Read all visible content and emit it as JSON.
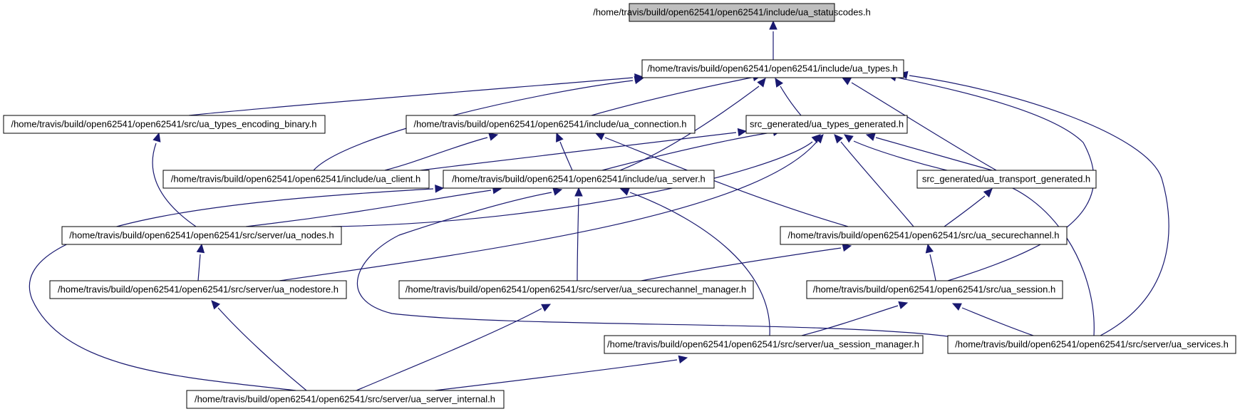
{
  "colors": {
    "edge": "#191970",
    "root_fill": "#bfbfbf",
    "node_fill": "#ffffff",
    "node_border": "#000000"
  },
  "nodes": [
    {
      "id": "statuscodes",
      "label": "/home/travis/build/open62541/open62541/include/ua_statuscodes.h",
      "root": true
    },
    {
      "id": "types",
      "label": "/home/travis/build/open62541/open62541/include/ua_types.h"
    },
    {
      "id": "encoding_binary",
      "label": "/home/travis/build/open62541/open62541/src/ua_types_encoding_binary.h"
    },
    {
      "id": "connection",
      "label": "/home/travis/build/open62541/open62541/include/ua_connection.h"
    },
    {
      "id": "types_generated",
      "label": "src_generated/ua_types_generated.h"
    },
    {
      "id": "client",
      "label": "/home/travis/build/open62541/open62541/include/ua_client.h"
    },
    {
      "id": "server",
      "label": "/home/travis/build/open62541/open62541/include/ua_server.h"
    },
    {
      "id": "transport_generated",
      "label": "src_generated/ua_transport_generated.h"
    },
    {
      "id": "nodes",
      "label": "/home/travis/build/open62541/open62541/src/server/ua_nodes.h"
    },
    {
      "id": "securechannel",
      "label": "/home/travis/build/open62541/open62541/src/ua_securechannel.h"
    },
    {
      "id": "nodestore",
      "label": "/home/travis/build/open62541/open62541/src/server/ua_nodestore.h"
    },
    {
      "id": "securechannel_manager",
      "label": "/home/travis/build/open62541/open62541/src/server/ua_securechannel_manager.h"
    },
    {
      "id": "session",
      "label": "/home/travis/build/open62541/open62541/src/ua_session.h"
    },
    {
      "id": "session_manager",
      "label": "/home/travis/build/open62541/open62541/src/server/ua_session_manager.h"
    },
    {
      "id": "services",
      "label": "/home/travis/build/open62541/open62541/src/server/ua_services.h"
    },
    {
      "id": "server_internal",
      "label": "/home/travis/build/open62541/open62541/src/server/ua_server_internal.h"
    }
  ],
  "edges": [
    {
      "from": "types",
      "to": "statuscodes"
    },
    {
      "from": "encoding_binary",
      "to": "types"
    },
    {
      "from": "connection",
      "to": "types"
    },
    {
      "from": "types_generated",
      "to": "types"
    },
    {
      "from": "client",
      "to": "types"
    },
    {
      "from": "server",
      "to": "types"
    },
    {
      "from": "transport_generated",
      "to": "types"
    },
    {
      "from": "session",
      "to": "types"
    },
    {
      "from": "services",
      "to": "types"
    },
    {
      "from": "client",
      "to": "connection"
    },
    {
      "from": "server",
      "to": "connection"
    },
    {
      "from": "securechannel",
      "to": "connection"
    },
    {
      "from": "client",
      "to": "types_generated"
    },
    {
      "from": "server",
      "to": "types_generated"
    },
    {
      "from": "transport_generated",
      "to": "types_generated"
    },
    {
      "from": "nodes",
      "to": "types_generated"
    },
    {
      "from": "nodestore",
      "to": "types_generated"
    },
    {
      "from": "securechannel",
      "to": "types_generated"
    },
    {
      "from": "services",
      "to": "types_generated"
    },
    {
      "from": "nodes",
      "to": "encoding_binary"
    },
    {
      "from": "nodes",
      "to": "server"
    },
    {
      "from": "securechannel_manager",
      "to": "server"
    },
    {
      "from": "session_manager",
      "to": "server"
    },
    {
      "from": "services",
      "to": "server"
    },
    {
      "from": "server_internal",
      "to": "server"
    },
    {
      "from": "securechannel",
      "to": "transport_generated"
    },
    {
      "from": "nodestore",
      "to": "nodes"
    },
    {
      "from": "securechannel_manager",
      "to": "securechannel"
    },
    {
      "from": "session",
      "to": "securechannel"
    },
    {
      "from": "session_manager",
      "to": "session"
    },
    {
      "from": "services",
      "to": "session"
    },
    {
      "from": "server_internal",
      "to": "nodestore"
    },
    {
      "from": "server_internal",
      "to": "securechannel_manager"
    },
    {
      "from": "server_internal",
      "to": "session_manager"
    }
  ]
}
